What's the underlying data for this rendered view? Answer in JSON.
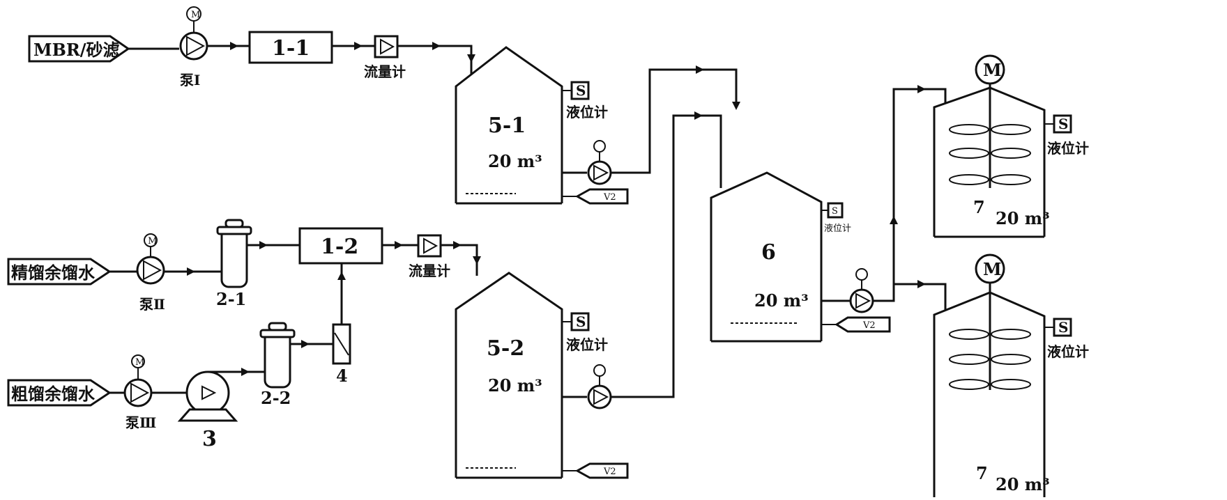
{
  "sources": {
    "mbr": "MBR/砂滤",
    "fine": "精馏余馏水",
    "crude": "粗馏余馏水"
  },
  "pumps": {
    "p1": "泵Ⅰ",
    "p2": "泵Ⅱ",
    "p3": "泵Ⅲ"
  },
  "units": {
    "u1_1": "1-1",
    "u1_2": "1-2",
    "u2_1": "2-1",
    "u2_2": "2-2",
    "u3": "3",
    "u4": "4"
  },
  "flowmeter_label": "流量计",
  "level_gauge_label": "液位计",
  "level_gauge_small": "液位计",
  "tanks": {
    "t5_1": {
      "id": "5-1",
      "volume": "20 m³"
    },
    "t5_2": {
      "id": "5-2",
      "volume": "20 m³"
    },
    "t6": {
      "id": "6",
      "volume": "20 m³"
    },
    "t7a": {
      "id": "7",
      "volume": "20 m³"
    },
    "t7b": {
      "id": "7",
      "volume": "20 m³"
    }
  },
  "symbols": {
    "motor": "M",
    "level_switch": "S",
    "drain_tag": "V2"
  }
}
